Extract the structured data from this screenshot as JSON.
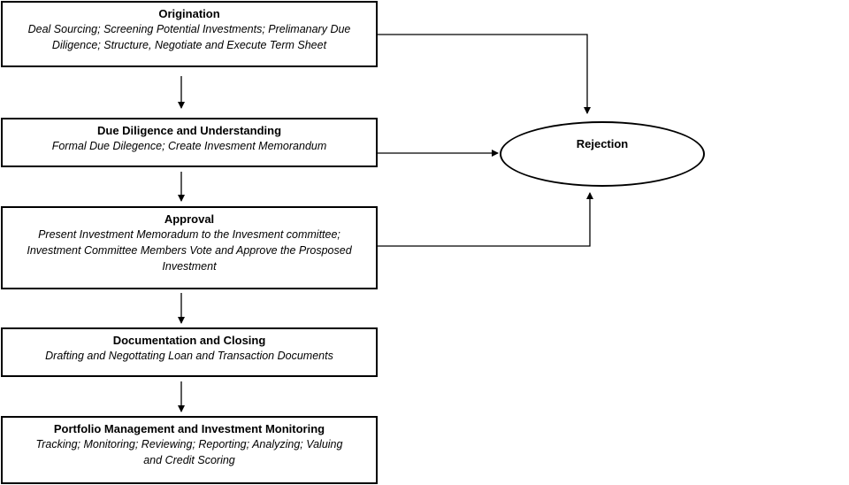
{
  "steps": {
    "origination": {
      "title": "Origination",
      "desc_line1": "Deal Sourcing; Screening Potential Investments; Prelimanary Due",
      "desc_line2": "Diligence; Structure, Negotiate and Execute Term Sheet"
    },
    "due_diligence": {
      "title": "Due Diligence and Understanding",
      "desc_line1": "Formal Due Dilegence; Create Invesment Memorandum"
    },
    "approval": {
      "title": "Approval",
      "desc_line1": "Present Investment Memoradum to the Invesment committee;",
      "desc_line2": "Investment Committee Members Vote and Approve the Prosposed",
      "desc_line3": "Investment"
    },
    "documentation": {
      "title": "Documentation and Closing",
      "desc_line1": "Drafting and Negottating Loan and Transaction Documents"
    },
    "portfolio": {
      "title": "Portfolio Management and Investment Monitoring",
      "desc_line1": "Tracking; Monitoring; Reviewing; Reporting; Analyzing; Valuing",
      "desc_line2": "and Credit Scoring"
    }
  },
  "rejection": {
    "label": "Rejection"
  }
}
